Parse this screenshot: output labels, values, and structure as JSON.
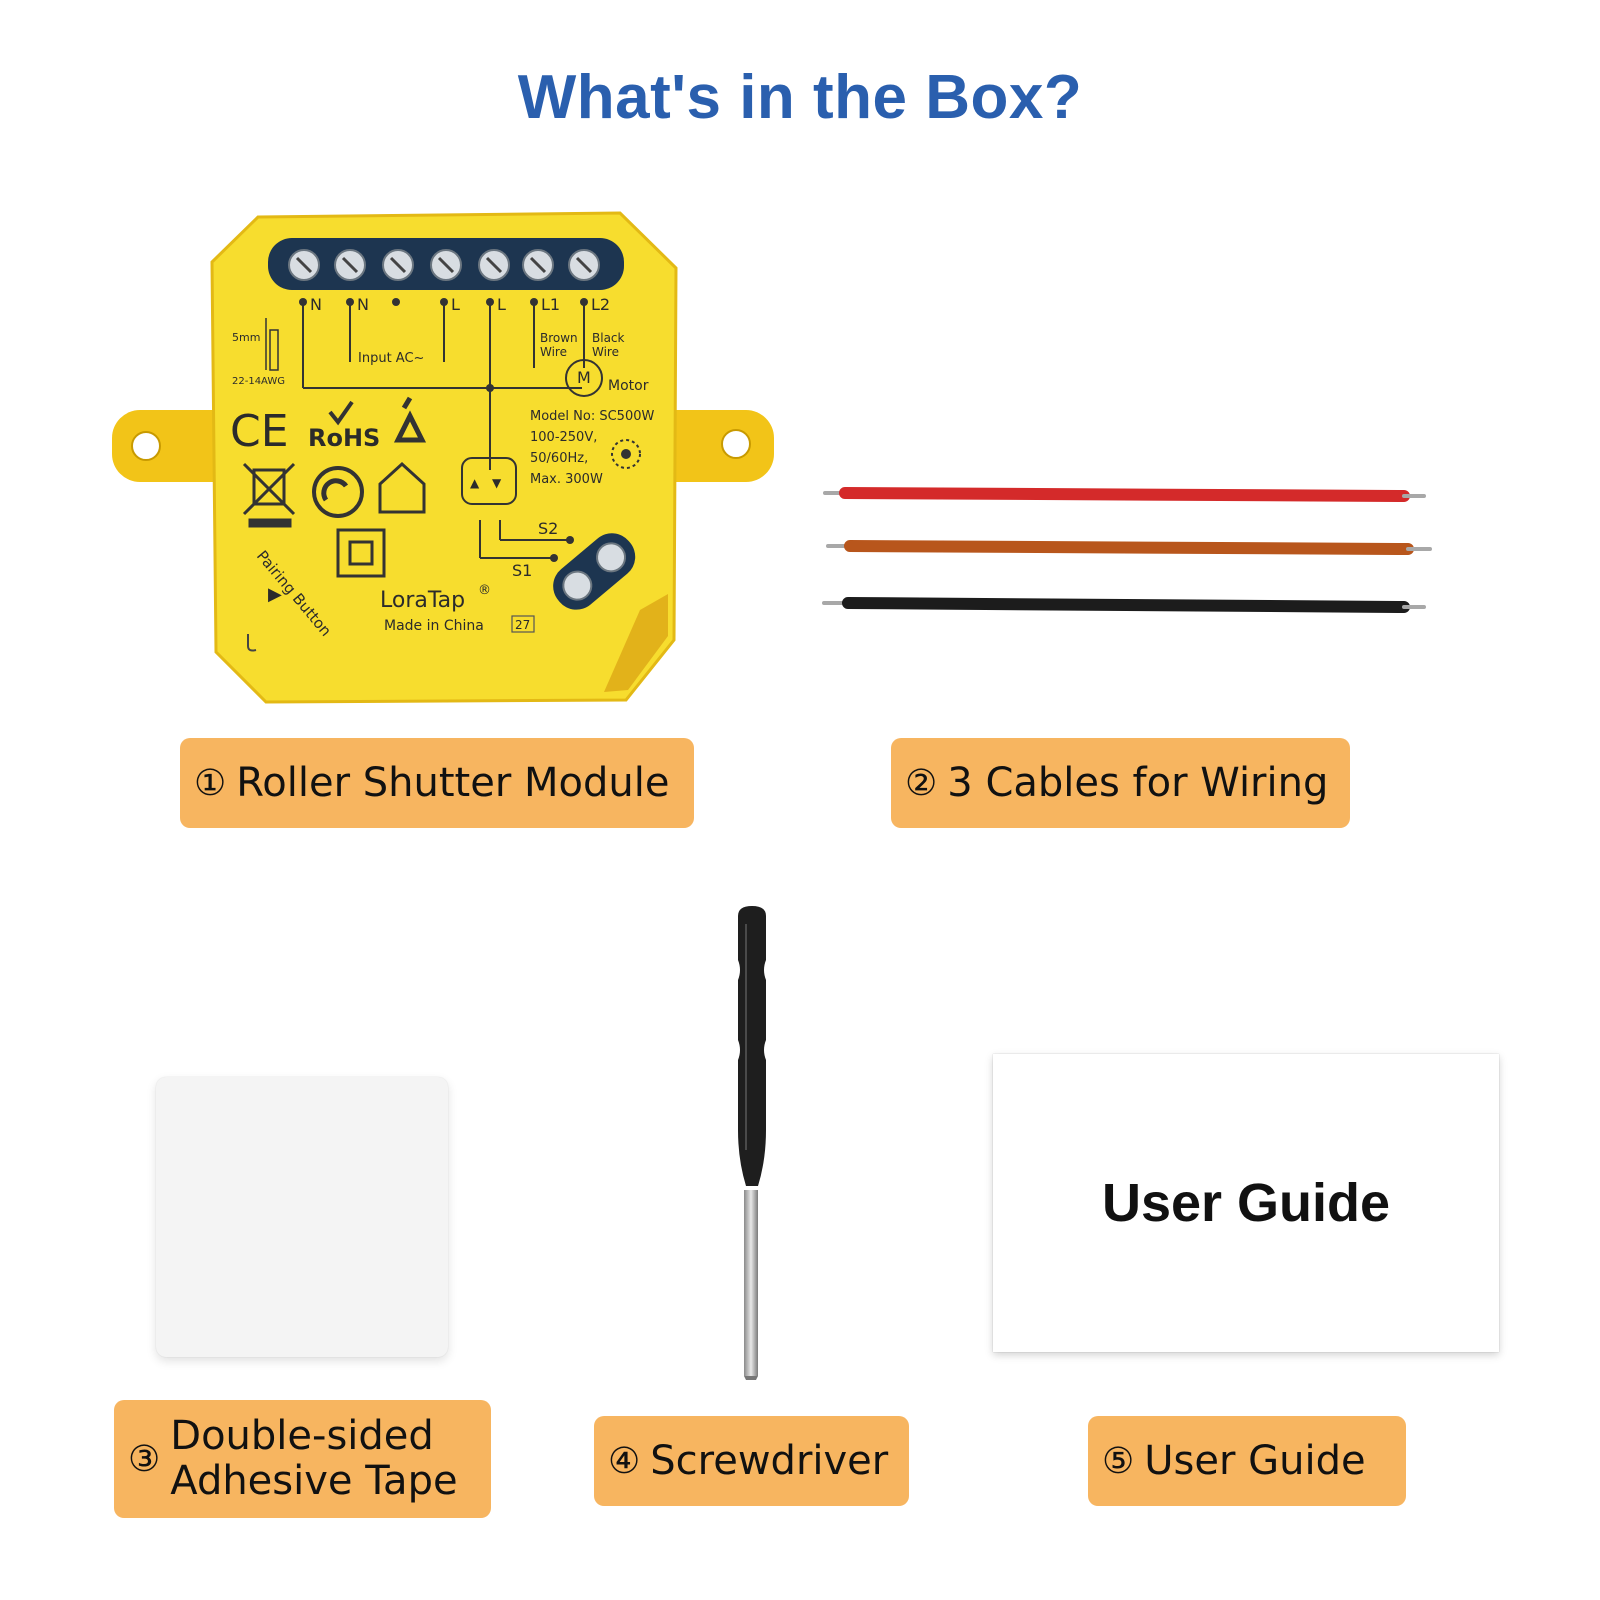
{
  "header": {
    "title": "What's in the Box?"
  },
  "items": [
    {
      "number": "①",
      "label": "Roller Shutter Module"
    },
    {
      "number": "②",
      "label": "3 Cables for Wiring"
    },
    {
      "number": "③",
      "label_line1": "Double-sided",
      "label_line2": "Adhesive Tape"
    },
    {
      "number": "④",
      "label": "Screwdriver"
    },
    {
      "number": "⑤",
      "label": "User Guide"
    }
  ],
  "module": {
    "terminals": [
      "N",
      "N",
      "L",
      "L",
      "L1",
      "L2"
    ],
    "input_label": "Input  AC~",
    "brown_wire": [
      "Brown",
      "Wire"
    ],
    "black_wire": [
      "Black",
      "Wire"
    ],
    "motor_symbol": "M",
    "motor_label": "Motor",
    "strip_length": "5mm",
    "wire_gauge": "22-14AWG",
    "ce_mark": "CE",
    "rohs_mark": "RoHS",
    "specs": [
      "Model No: SC500W",
      "100-250V,",
      "50/60Hz,",
      "Max. 300W"
    ],
    "s1": "S1",
    "s2": "S2",
    "pairing_button": "Pairing Button",
    "brand": "LoraTap",
    "registered": "®",
    "origin": "Made in China",
    "code": "27"
  },
  "cables": {
    "colors": [
      "#d42a2a",
      "#b8561c",
      "#1c1c1c"
    ]
  },
  "user_guide": {
    "cover_text": "User Guide"
  },
  "colors": {
    "title": "#2a5fae",
    "label_bg": "#f7b560",
    "module_body": "#f7dd2e",
    "module_ears": "#f2c418"
  }
}
